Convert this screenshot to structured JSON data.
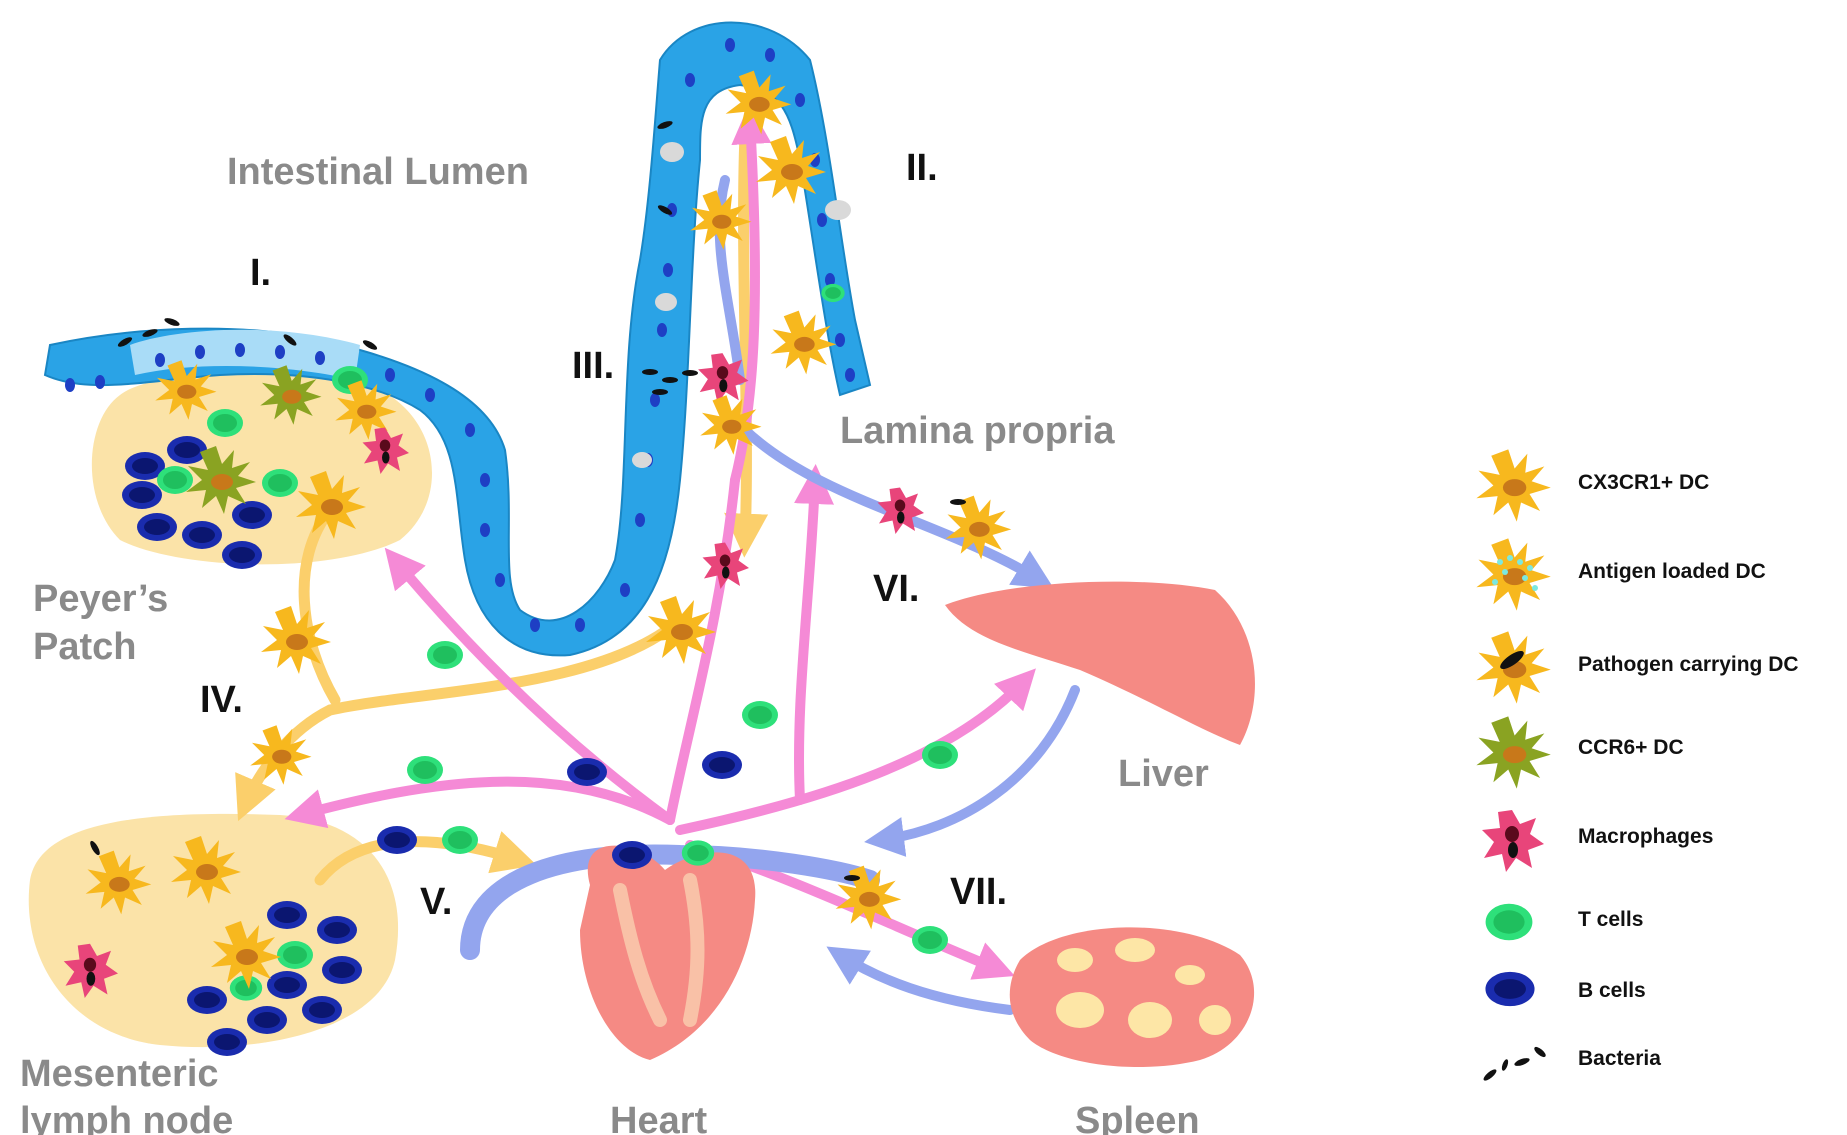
{
  "regions": {
    "intestinal_lumen": "Intestinal Lumen",
    "lamina_propria": "Lamina propria",
    "peyers_patch_line1": "Peyer’s",
    "peyers_patch_line2": "Patch",
    "mln_line1": "Mesenteric",
    "mln_line2": "lymph node",
    "liver": "Liver",
    "heart": "Heart",
    "spleen": "Spleen"
  },
  "steps": [
    "I.",
    "II.",
    "III.",
    "IV.",
    "V.",
    "VI.",
    "VII."
  ],
  "legend": [
    {
      "label": "CX3CR1+ DC",
      "icon": "cx3cr1-dc-icon"
    },
    {
      "label": "Antigen loaded DC",
      "icon": "antigen-loaded-dc-icon"
    },
    {
      "label": "Pathogen carrying DC",
      "icon": "pathogen-carrying-dc-icon"
    },
    {
      "label": "CCR6+ DC",
      "icon": "ccr6-dc-icon"
    },
    {
      "label": "Macrophages",
      "icon": "macrophage-icon"
    },
    {
      "label": "T cells",
      "icon": "t-cell-icon"
    },
    {
      "label": "B cells",
      "icon": "b-cell-icon"
    },
    {
      "label": "Bacteria",
      "icon": "bacteria-icon"
    }
  ],
  "colors": {
    "epithelium": "#2aa3e6",
    "epithelium_nucleus": "#1e3fc4",
    "follicle": "#fbe3a8",
    "dc": "#f7b81e",
    "dc_nucleus": "#c8781a",
    "ccr6_dc": "#8aa322",
    "macrophage": "#e8457a",
    "t_cell": "#2ee07a",
    "b_cell": "#1a2cae",
    "pink_route": "#f58ad6",
    "blue_route": "#93a5ee",
    "yellow_route": "#fbcf6b",
    "organ": "#f58a84",
    "spleen_pulp": "#fde6a6"
  }
}
